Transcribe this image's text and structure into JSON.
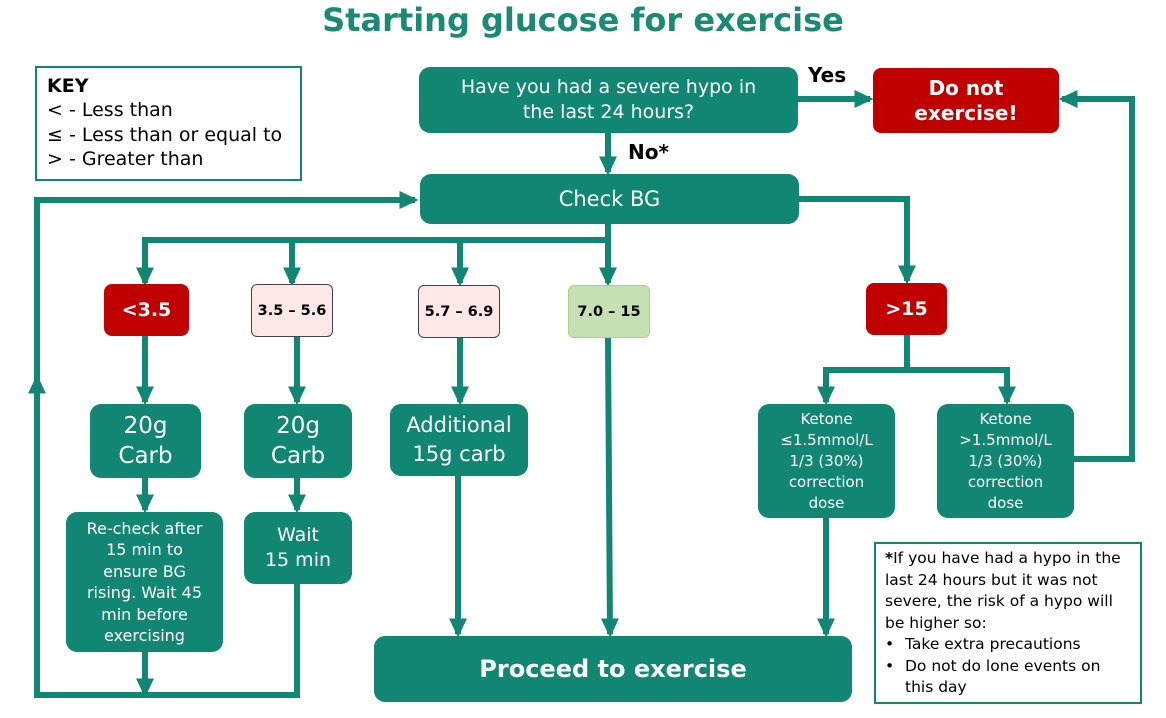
{
  "title": "Starting glucose for exercise",
  "key": {
    "heading": "KEY",
    "lines": [
      "< - Less than",
      "≤ - Less than or equal to",
      "> - Greater than"
    ]
  },
  "nodes": {
    "question": "Have you had a severe hypo in\nthe last 24 hours?",
    "do_not": "Do not\nexercise!",
    "check_bg": "Check BG",
    "range_low": "<3.5",
    "range_2": "3.5 – 5.6",
    "range_3": "5.7 – 6.9",
    "range_4": "7.0 – 15",
    "range_high": ">15",
    "carb_1": "20g\nCarb",
    "carb_2": "20g\nCarb",
    "carb_3": "Additional\n15g carb",
    "recheck": "Re-check after\n15 min to\nensure BG\nrising.  Wait 45\nmin before\nexercising",
    "wait": "Wait\n15 min",
    "proceed": "Proceed to exercise",
    "ketone_low": "Ketone\n≤1.5mmol/L\n1/3 (30%)\ncorrection\ndose",
    "ketone_high": "Ketone\n>1.5mmol/L\n1/3 (30%)\ncorrection\ndose"
  },
  "labels": {
    "yes": "Yes",
    "no": "No*"
  },
  "note": {
    "star": "*",
    "text": "If you have had a hypo in the last 24 hours but it was not severe, the risk of a hypo will be higher so:",
    "bullets": [
      "Take extra precautions",
      "Do not do lone events on this day"
    ]
  },
  "colors": {
    "teal": "#118673",
    "title": "#1a8a74",
    "red": "#c00000",
    "pink_fill": "#fde7e7",
    "green_fill": "#c6e0b4"
  }
}
